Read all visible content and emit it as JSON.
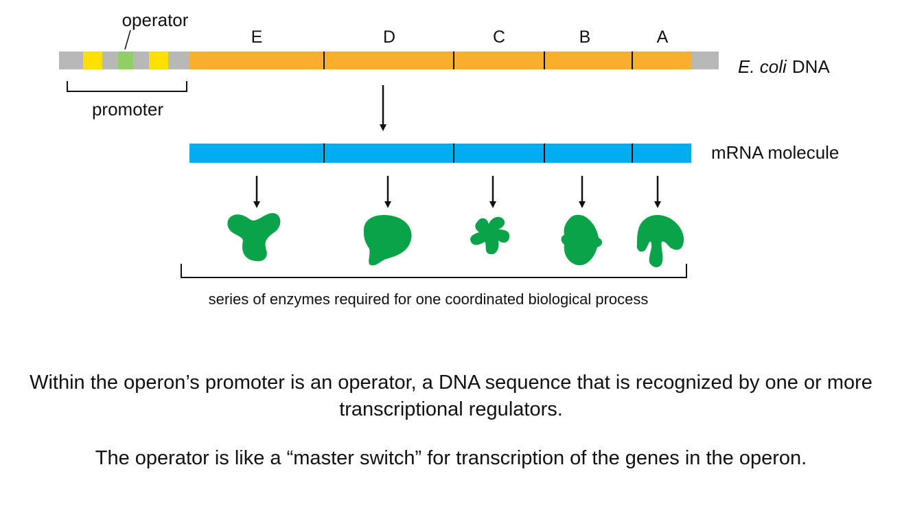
{
  "diagram": {
    "labels": {
      "operator": "operator",
      "promoter": "promoter",
      "dna_species": "E. coli",
      "dna_suffix": "DNA",
      "mrna": "mRNA molecule",
      "enzymes": "series of enzymes required for one coordinated biological process"
    },
    "genes": [
      "E",
      "D",
      "C",
      "B",
      "A"
    ],
    "colors": {
      "gene": "#f9ae2e",
      "spacer": "#b8b8b8",
      "promoter_box": "#ffe000",
      "operator_box": "#8fcf63",
      "mrna": "#00aeef",
      "enzyme": "#0aa349"
    }
  },
  "text": {
    "paragraph1": "Within the operon’s promoter is an operator, a DNA sequence that is recognized by one or more transcriptional regulators.",
    "paragraph2": "The operator is like a “master switch” for transcription of the genes in the operon."
  }
}
